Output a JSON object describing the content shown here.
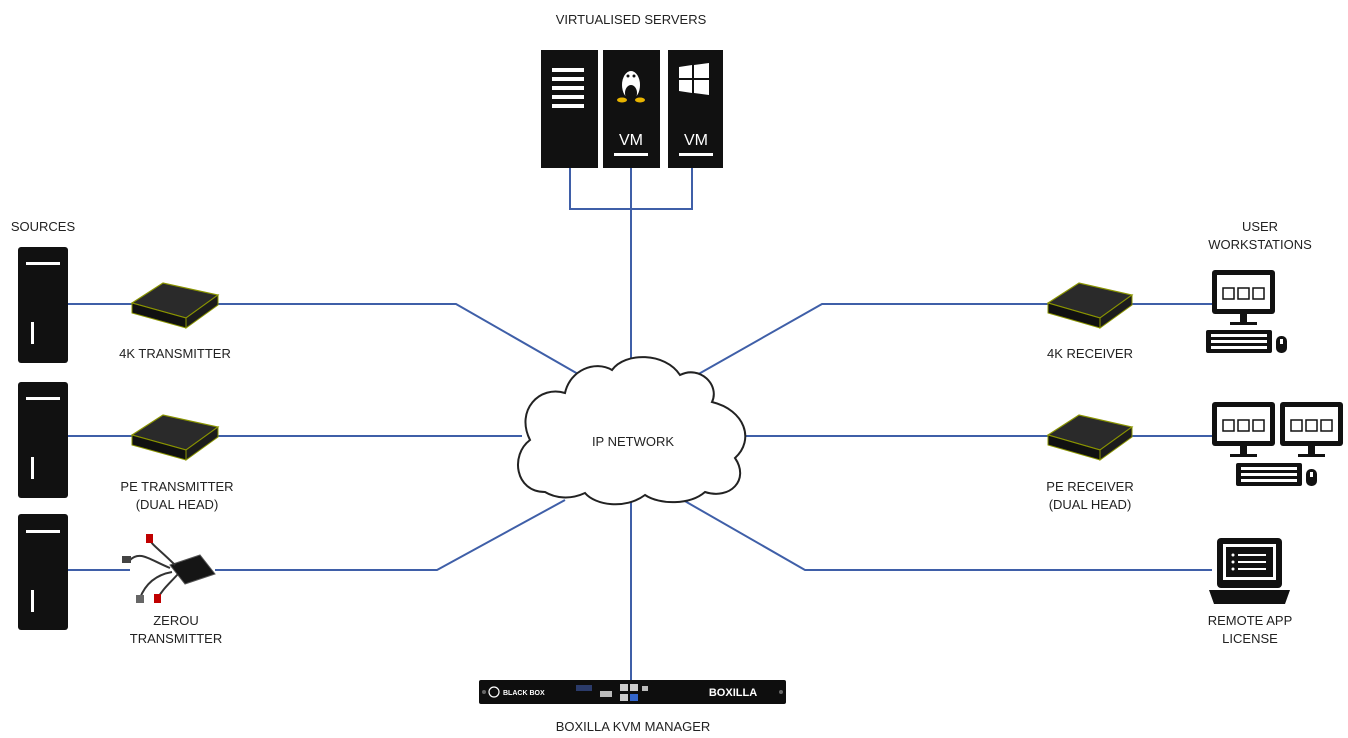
{
  "titles": {
    "servers": "VIRTUALISED SERVERS",
    "sources": "SOURCES",
    "workstations_line1": "USER",
    "workstations_line2": "WORKSTATIONS"
  },
  "cloud": {
    "label": "IP NETWORK"
  },
  "servers": {
    "vm1": "VM",
    "vm2": "VM"
  },
  "transmitters": {
    "tx4k": "4K TRANSMITTER",
    "txpe_line1": "PE TRANSMITTER",
    "txpe_line2": "(DUAL HEAD)",
    "zerou_line1": "ZEROU",
    "zerou_line2": "TRANSMITTER"
  },
  "receivers": {
    "rx4k": "4K RECEIVER",
    "rxpe_line1": "PE RECEIVER",
    "rxpe_line2": "(DUAL HEAD)",
    "remote_line1": "REMOTE APP",
    "remote_line2": "LICENSE"
  },
  "manager": {
    "label": "BOXILLA KVM MANAGER",
    "brand": "BLACK BOX",
    "product": "BOXILLA"
  },
  "colors": {
    "link": "#3f5fa8",
    "device": "#111111",
    "accent": "#c8d400"
  }
}
